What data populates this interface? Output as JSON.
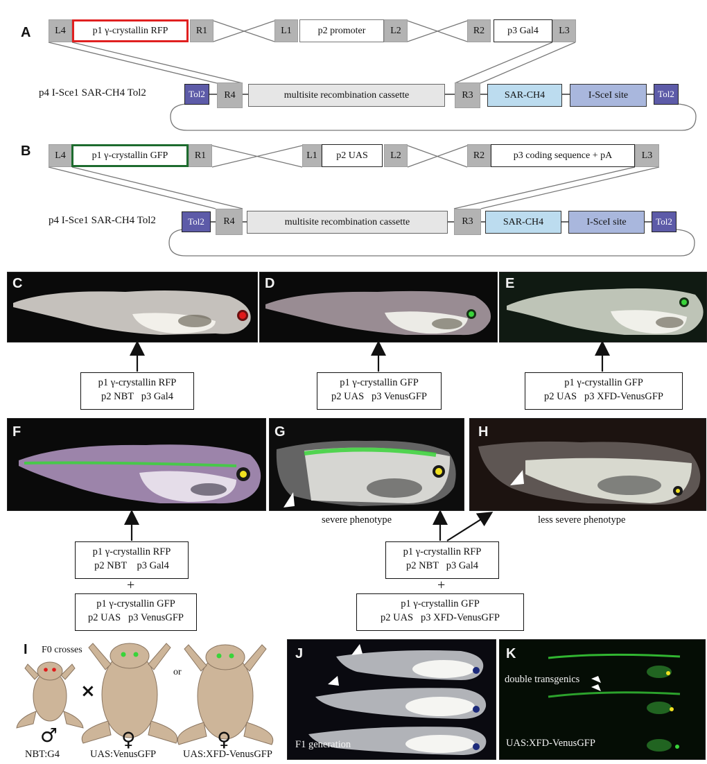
{
  "panel_letters": {
    "A": "A",
    "B": "B",
    "C": "C",
    "D": "D",
    "E": "E",
    "F": "F",
    "G": "G",
    "H": "H",
    "I": "I",
    "J": "J",
    "K": "K"
  },
  "panel_a": {
    "entry": {
      "l4": "L4",
      "p1": "p1 γ-crystallin RFP",
      "r1": "R1",
      "l1": "L1",
      "p2": "p2 promoter",
      "l2": "L2",
      "r2": "R2",
      "p3": "p3 Gal4",
      "l3": "L3"
    },
    "dest_label": "p4 I-Sce1 SAR-CH4 Tol2",
    "dest": {
      "tol2_left": "Tol2",
      "r4": "R4",
      "cassette": "multisite recombination cassette",
      "r3": "R3",
      "sar": "SAR-CH4",
      "isce": "I-SceI site",
      "tol2_right": "Tol2"
    },
    "p1_border_color": "#e02020"
  },
  "panel_b": {
    "entry": {
      "l4": "L4",
      "p1": "p1 γ-crystallin GFP",
      "r1": "R1",
      "l1": "L1",
      "p2": "p2 UAS",
      "l2": "L2",
      "r2": "R2",
      "p3": "p3 coding sequence + pA",
      "l3": "L3"
    },
    "dest_label": "p4 I-Sce1 SAR-CH4 Tol2",
    "dest": {
      "tol2_left": "Tol2",
      "r4": "R4",
      "cassette": "multisite recombination cassette",
      "r3": "R3",
      "sar": "SAR-CH4",
      "isce": "I-SceI site",
      "tol2_right": "Tol2"
    },
    "p1_border_color": "#1d6b2e"
  },
  "constructs": {
    "c": [
      "p1 γ-crystallin RFP",
      "p2 NBT   p3 Gal4"
    ],
    "d": [
      "p1 γ-crystallin GFP",
      "p2 UAS   p3 VenusGFP"
    ],
    "e": [
      "p1 γ-crystallin GFP",
      "p2 UAS   p3 XFD-VenusGFP"
    ],
    "f_top": [
      "p1 γ-crystallin RFP",
      "p2 NBT    p3 Gal4"
    ],
    "f_bottom": [
      "p1 γ-crystallin GFP",
      "p2 UAS   p3 VenusGFP"
    ],
    "gh_top": [
      "p1 γ-crystallin RFP",
      "p2 NBT   p3 Gal4"
    ],
    "gh_bottom": [
      "p1 γ-crystallin GFP",
      "p2 UAS   p3 XFD-VenusGFP"
    ],
    "plus": "+"
  },
  "captions": {
    "g": "severe phenotype",
    "h": "less severe phenotype"
  },
  "panel_i": {
    "title": "F0 crosses",
    "cross": "×",
    "or": "or",
    "male_symbol": "♂",
    "female_symbol": "♀",
    "male_label": "NBT:G4",
    "female1_label": "UAS:VenusGFP",
    "female2_label": "UAS:XFD-VenusGFP"
  },
  "panel_j": {
    "label": "F1 generation"
  },
  "panel_k": {
    "label_top": "double transgenics",
    "label_bottom": "UAS:XFD-VenusGFP"
  },
  "colors": {
    "rfp_eye": "#e01a1a",
    "gfp_eye": "#39d43a",
    "yellow_eye": "#f0e020",
    "frog_skin": "#cdb599",
    "tol2": "#5d5ba8",
    "sar": "#bcdcef",
    "isce": "#a9b7dd"
  }
}
